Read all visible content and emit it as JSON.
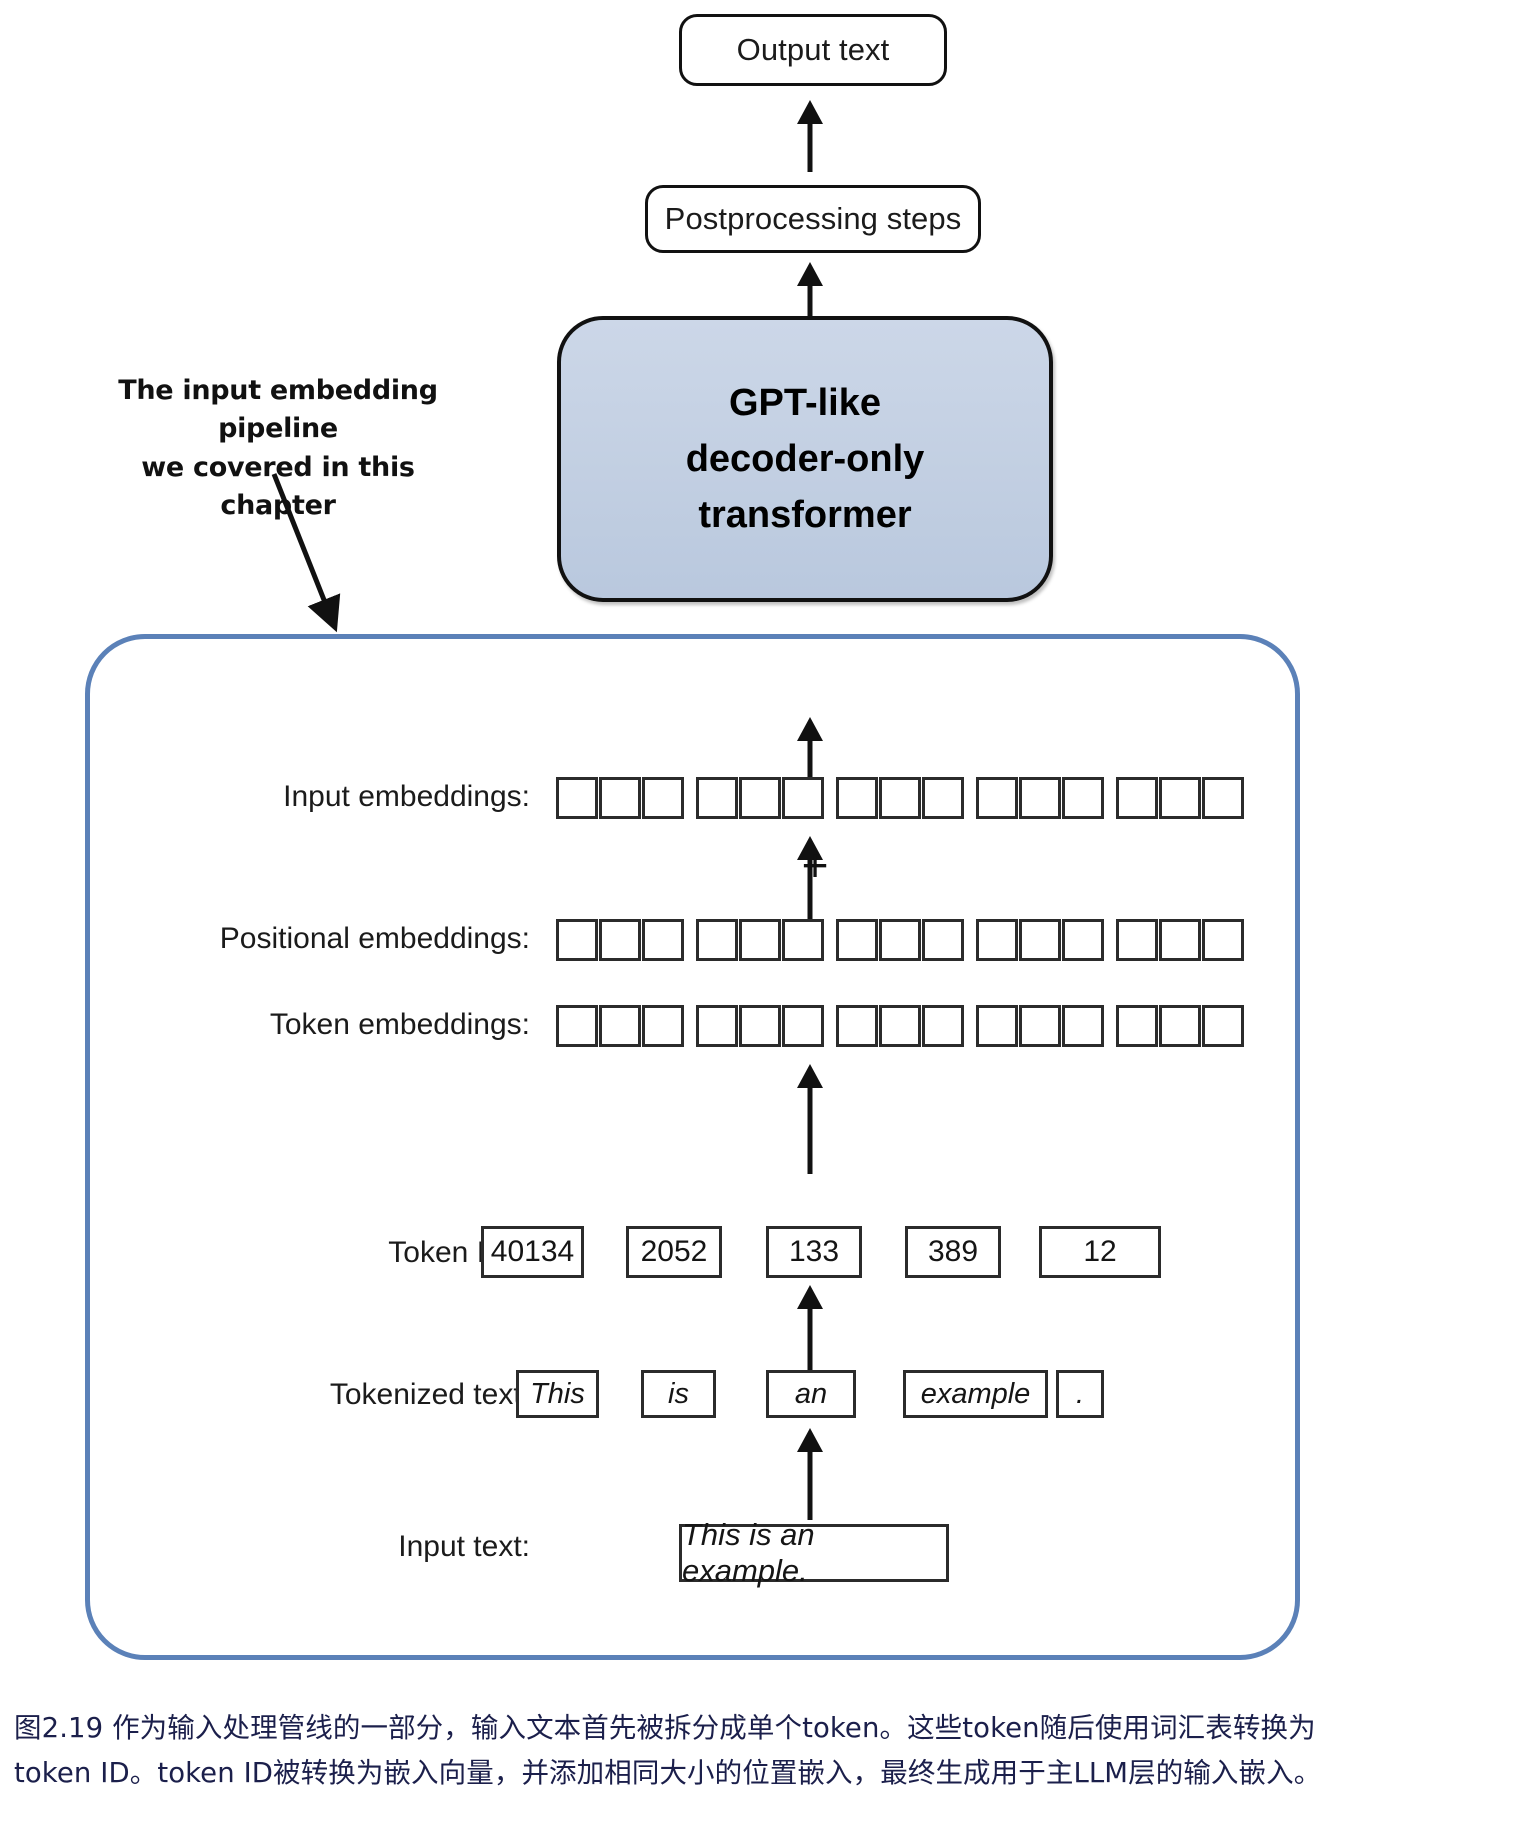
{
  "figure": {
    "id": "2.19",
    "top_chain": {
      "output_text": "Output text",
      "postprocessing": "Postprocessing steps",
      "model_line1": "GPT-like",
      "model_line2": "decoder-only",
      "model_line3": "transformer"
    },
    "annotation": {
      "line1": "The input embedding pipeline",
      "line2": "we covered in this chapter"
    },
    "plus_symbol": "+",
    "rows": [
      {
        "label": "Input embeddings:",
        "kind": "cells",
        "groups": 5,
        "cells_per_group": 3
      },
      {
        "label": "Positional embeddings:",
        "kind": "cells",
        "groups": 5,
        "cells_per_group": 3
      },
      {
        "label": "Token embeddings:",
        "kind": "cells",
        "groups": 5,
        "cells_per_group": 3
      },
      {
        "label": "Token IDs:",
        "kind": "values",
        "values": [
          "40134",
          "2052",
          "133",
          "389",
          "12"
        ]
      },
      {
        "label": "Tokenized text:",
        "kind": "values",
        "values": [
          "This",
          "is",
          "an",
          "example",
          "."
        ]
      },
      {
        "label": "Input text:",
        "kind": "single",
        "value": "This is an example."
      }
    ],
    "colors": {
      "model_box_fill": "#c3d0e3",
      "container_border": "#5b81b8",
      "outline": "#111111",
      "caption_text": "#1b1f4b"
    }
  },
  "labels": {
    "input_embeddings": "Input embeddings:",
    "positional_embeddings": "Positional embeddings:",
    "token_embeddings": "Token embeddings:",
    "token_ids": "Token IDs:",
    "tokenized_text": "Tokenized text:",
    "input_text": "Input text:"
  },
  "token_ids": [
    "40134",
    "2052",
    "133",
    "389",
    "12"
  ],
  "tokens": [
    "This",
    "is",
    "an",
    "example",
    "."
  ],
  "input_text_value": "This is an example.",
  "caption": {
    "line1": "图2.19 作为输入处理管线的一部分，输入文本首先被拆分成单个token。这些token随后使用词汇表转换为",
    "line2": "token ID。token ID被转换为嵌入向量，并添加相同大小的位置嵌入，最终生成用于主LLM层的输入嵌入。"
  }
}
